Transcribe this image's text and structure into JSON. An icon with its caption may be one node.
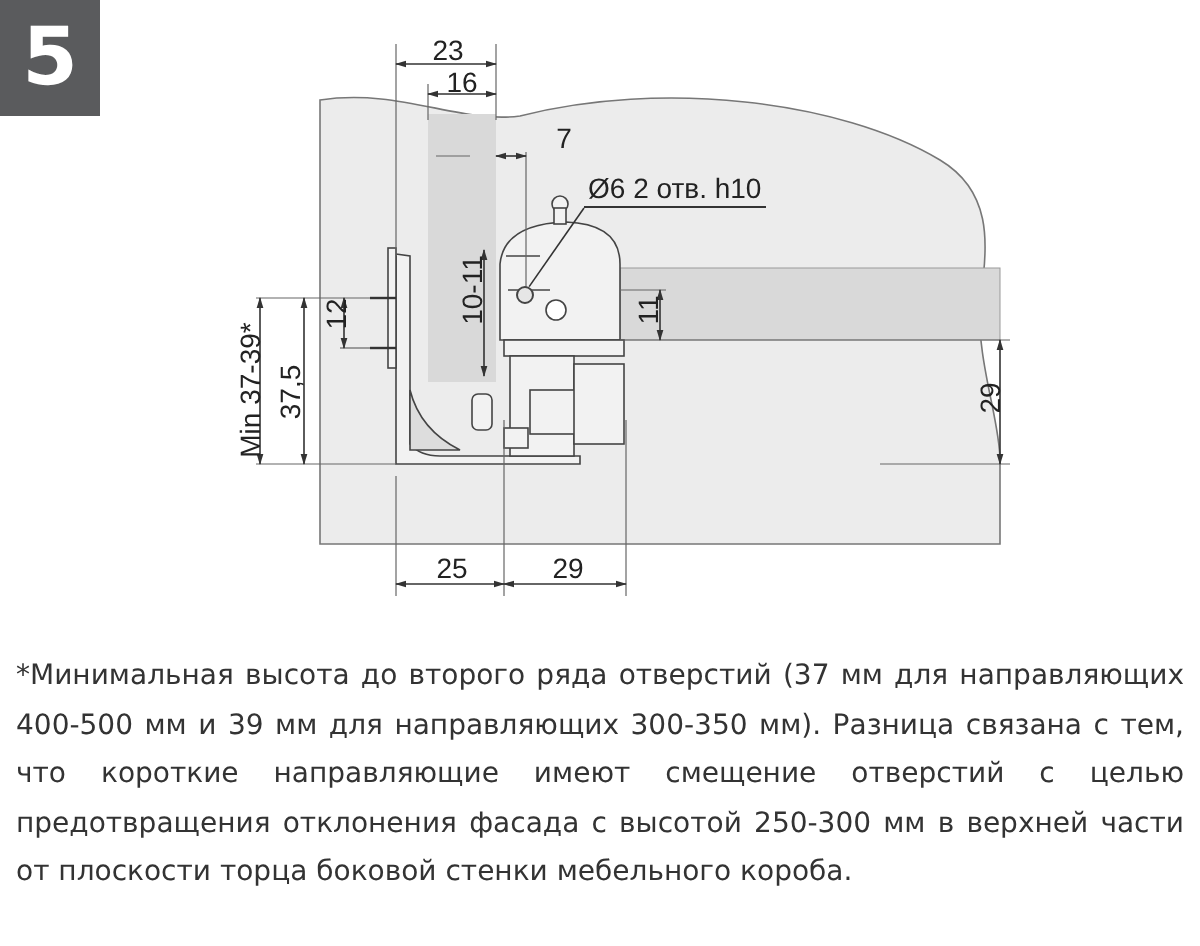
{
  "diagram": {
    "nodes": [
      {
        "text": [
          "5"
        ]
      },
      {
        "text": [
          "Ø6 2 отв. h10"
        ]
      },
      {
        "text": [],
        "shape": "circle"
      }
    ],
    "edges": [
      {
        "from": 1,
        "to": 2,
        "arrow": "none"
      }
    ],
    "labels": [
      "23",
      "16",
      "7",
      "10-11",
      "11",
      "12",
      "Min 37-39*",
      "37,5",
      "29",
      "25",
      "29",
      "*Минимальная высота до второго ряда отверстий (37 мм для направляющих 400-500 мм и 39 мм для направляющих 300-350 мм). Разница связана с тем, что короткие направляющие имеют смещение отверстий с целью предотвращения отклонения фасада с высотой 250-300 мм в верхней части от плоскости торца боковой стенки мебельного короба."
    ]
  }
}
